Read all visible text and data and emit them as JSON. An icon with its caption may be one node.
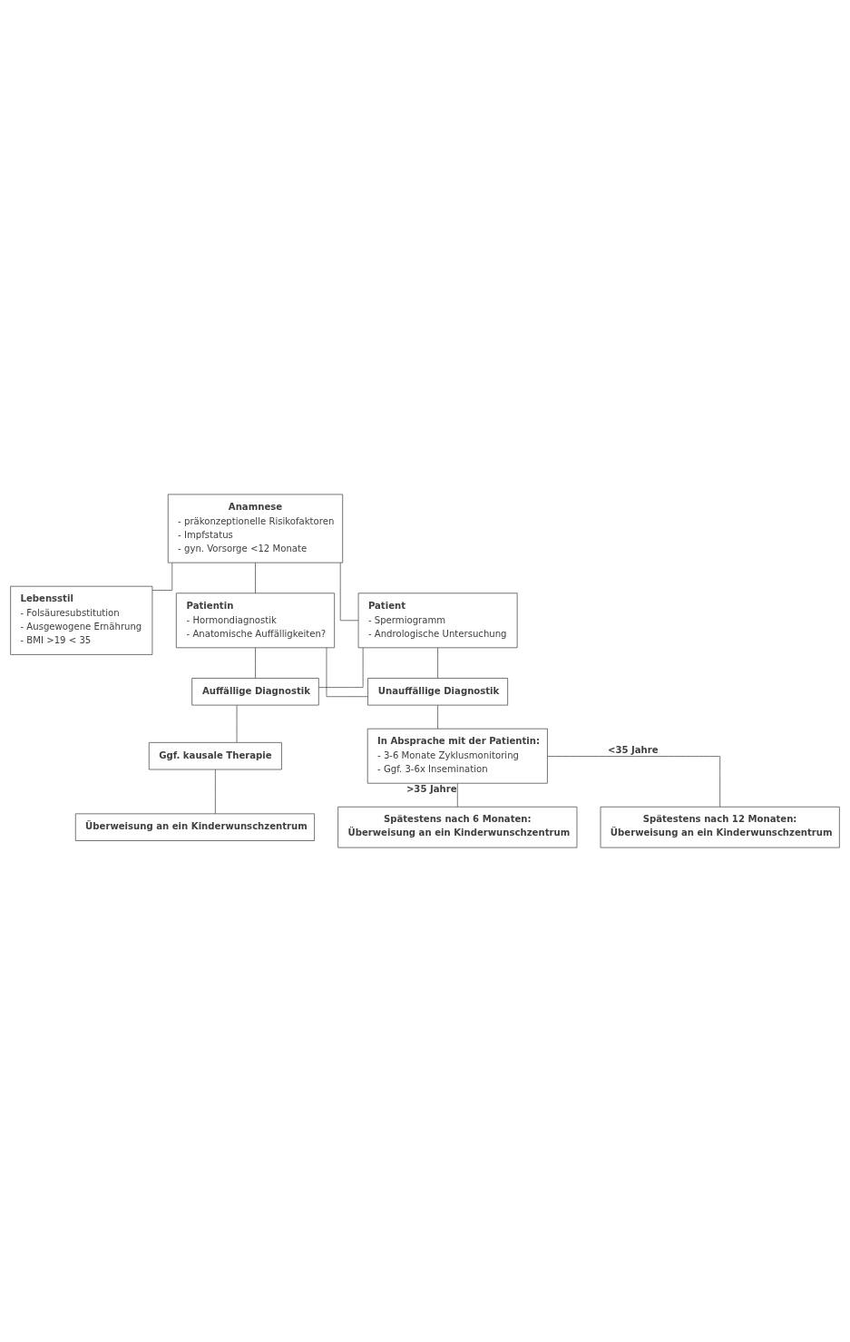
{
  "diagram": {
    "nodes": [
      {
        "text": [
          "Anamnese",
          "- präkonzeptionelle Risikofaktoren",
          "- Impfstatus",
          "- gyn. Vorsorge <12 Monate"
        ]
      },
      {
        "text": [
          "Lebensstil",
          "- Folsäuresubstitution",
          "- Ausgewogene Ernährung",
          "- BMI >19 < 35"
        ]
      },
      {
        "text": [
          "Patient",
          "- Spermiogramm",
          "- Andrologische Untersuchung"
        ]
      },
      {
        "text": [
          "Patientin",
          "- Hormondiagnostik",
          "- Anatomische Auffälligkeiten?"
        ]
      },
      {
        "text": [
          "Auffällige Diagnostik"
        ]
      },
      {
        "text": [
          "Unauffällige Diagnostik"
        ]
      },
      {
        "text": [
          "Ggf. kausale Therapie"
        ]
      },
      {
        "text": [
          "Überweisung an ein Kinderwunschzentrum"
        ]
      },
      {
        "text": [
          "In Absprache mit der Patientin:",
          "- 3-6 Monate Zyklusmonitoring",
          "- Ggf. 3-6x Insemination"
        ]
      },
      {
        "text": [
          "Spätestens nach 12 Monaten:",
          "Überweisung an ein Kinderwunschzentrum"
        ]
      },
      {
        "text": [
          "Spätestens nach 6 Monaten:",
          "Überweisung an ein Kinderwunschzentrum"
        ]
      }
    ],
    "edges": [
      {
        "from": 0,
        "to": 1,
        "arrow": "none"
      },
      {
        "from": 0,
        "to": 2,
        "arrow": "none"
      },
      {
        "from": 0,
        "to": 3,
        "arrow": "none"
      },
      {
        "from": 2,
        "to": 4,
        "arrow": "none"
      },
      {
        "from": 2,
        "to": 5,
        "arrow": "none"
      },
      {
        "from": 3,
        "to": 4,
        "arrow": "none"
      },
      {
        "from": 3,
        "to": 5,
        "arrow": "none"
      },
      {
        "from": 4,
        "to": 6,
        "arrow": "none"
      },
      {
        "from": 6,
        "to": 7,
        "arrow": "none"
      },
      {
        "from": 5,
        "to": 8,
        "arrow": "none"
      },
      {
        "from": 8,
        "to": 9,
        "label": "<35 Jahre",
        "arrow": "none"
      },
      {
        "from": 8,
        "to": 10,
        "label": ">35 Jahre",
        "arrow": "none"
      }
    ]
  }
}
